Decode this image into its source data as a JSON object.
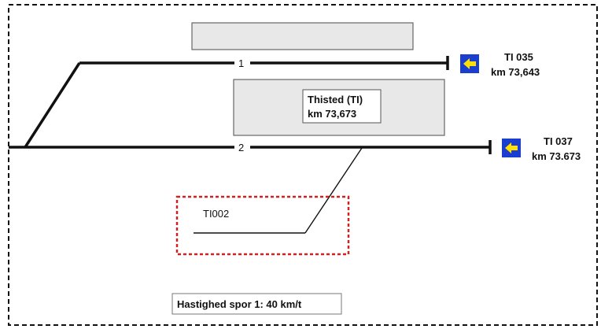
{
  "tracks": [
    {
      "id": "track-1",
      "label": "1"
    },
    {
      "id": "track-2",
      "label": "2"
    }
  ],
  "station": {
    "name": "Thisted (TI)",
    "km": "km 73,673"
  },
  "signals": [
    {
      "id": "TI 035",
      "km": "km 73,643",
      "icon": "arrow-left-icon",
      "color_bg": "#1a3fd0",
      "color_arrow": "#ffe000"
    },
    {
      "id": "TI 037",
      "km": "km 73.673",
      "icon": "arrow-left-icon",
      "color_bg": "#1a3fd0",
      "color_arrow": "#ffe000"
    }
  ],
  "siding": {
    "label": "TI002",
    "border_color": "#d02020"
  },
  "speed_note": "Hastighed spor 1: 40 km/t",
  "colors": {
    "track": "#111111",
    "platform_fill": "#e8e8e8",
    "platform_stroke": "#666666"
  }
}
